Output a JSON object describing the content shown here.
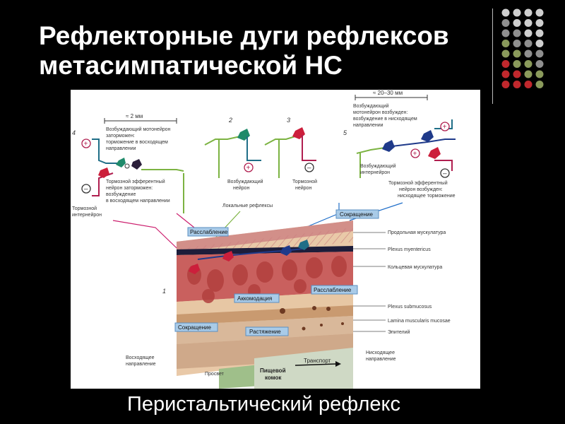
{
  "slide": {
    "title_line1": "Рефлекторные дуги рефлексов",
    "title_line2": "метасимпатической НС",
    "caption": "Перистальтический рефлекс"
  },
  "decor": {
    "dot_colors": [
      "#cfcfcf",
      "#8f8f8f",
      "#8a9a5b",
      "#c0282d"
    ]
  },
  "diagram": {
    "scale_left": "≈ 2 мм",
    "scale_right": "≈ 20–30 мм",
    "panel_numbers": [
      "4",
      "2",
      "3",
      "5",
      "1"
    ],
    "p4_excit": [
      "Возбуждающий мотонейрон",
      "заторможен:",
      "торможение в восходящем",
      "направлении"
    ],
    "p4_inhib": [
      "Тормозной эфферентный",
      "нейрон заторможен:",
      "возбуждение",
      "в восходящем направлении"
    ],
    "tormoznoy_interneuron": [
      "Тормозной",
      "интернейрон"
    ],
    "p2_label": [
      "Возбуждающий",
      "нейрон"
    ],
    "p3_label": [
      "Тормозной",
      "нейрон"
    ],
    "p5_excit": [
      "Возбуждающий",
      "мотонейрон возбужден:",
      "возбуждение в нисходящем",
      "направлении"
    ],
    "p5_interneuron": [
      "Возбуждающий",
      "интернейрон"
    ],
    "p5_inhib": [
      "Тормозной эфферентный",
      "нейрон возбужден:",
      "нисходящее торможение"
    ],
    "local_reflexes": "Локальные рефлексы",
    "boxes": {
      "relax_left": "Расслабление",
      "contraction_right": "Сокращение",
      "relax_right": "Расслабление",
      "accommodation": "Аккомодация",
      "contraction_left": "Сокращение",
      "stretch": "Растяжение"
    },
    "layers": [
      "Продольная мускулатура",
      "Plexus myentericus",
      "Кольцевая мускулатура",
      "Plexus submucosus",
      "Lamina muscularis mucosae",
      "Эпителий"
    ],
    "ascending": [
      "Восходящее",
      "направление"
    ],
    "descending": [
      "Нисходящее",
      "направление"
    ],
    "lumen": "Просвет",
    "bolus": [
      "Пищевой",
      "комок"
    ],
    "transport": "Транспорт",
    "plus": "+",
    "minus": "–"
  }
}
